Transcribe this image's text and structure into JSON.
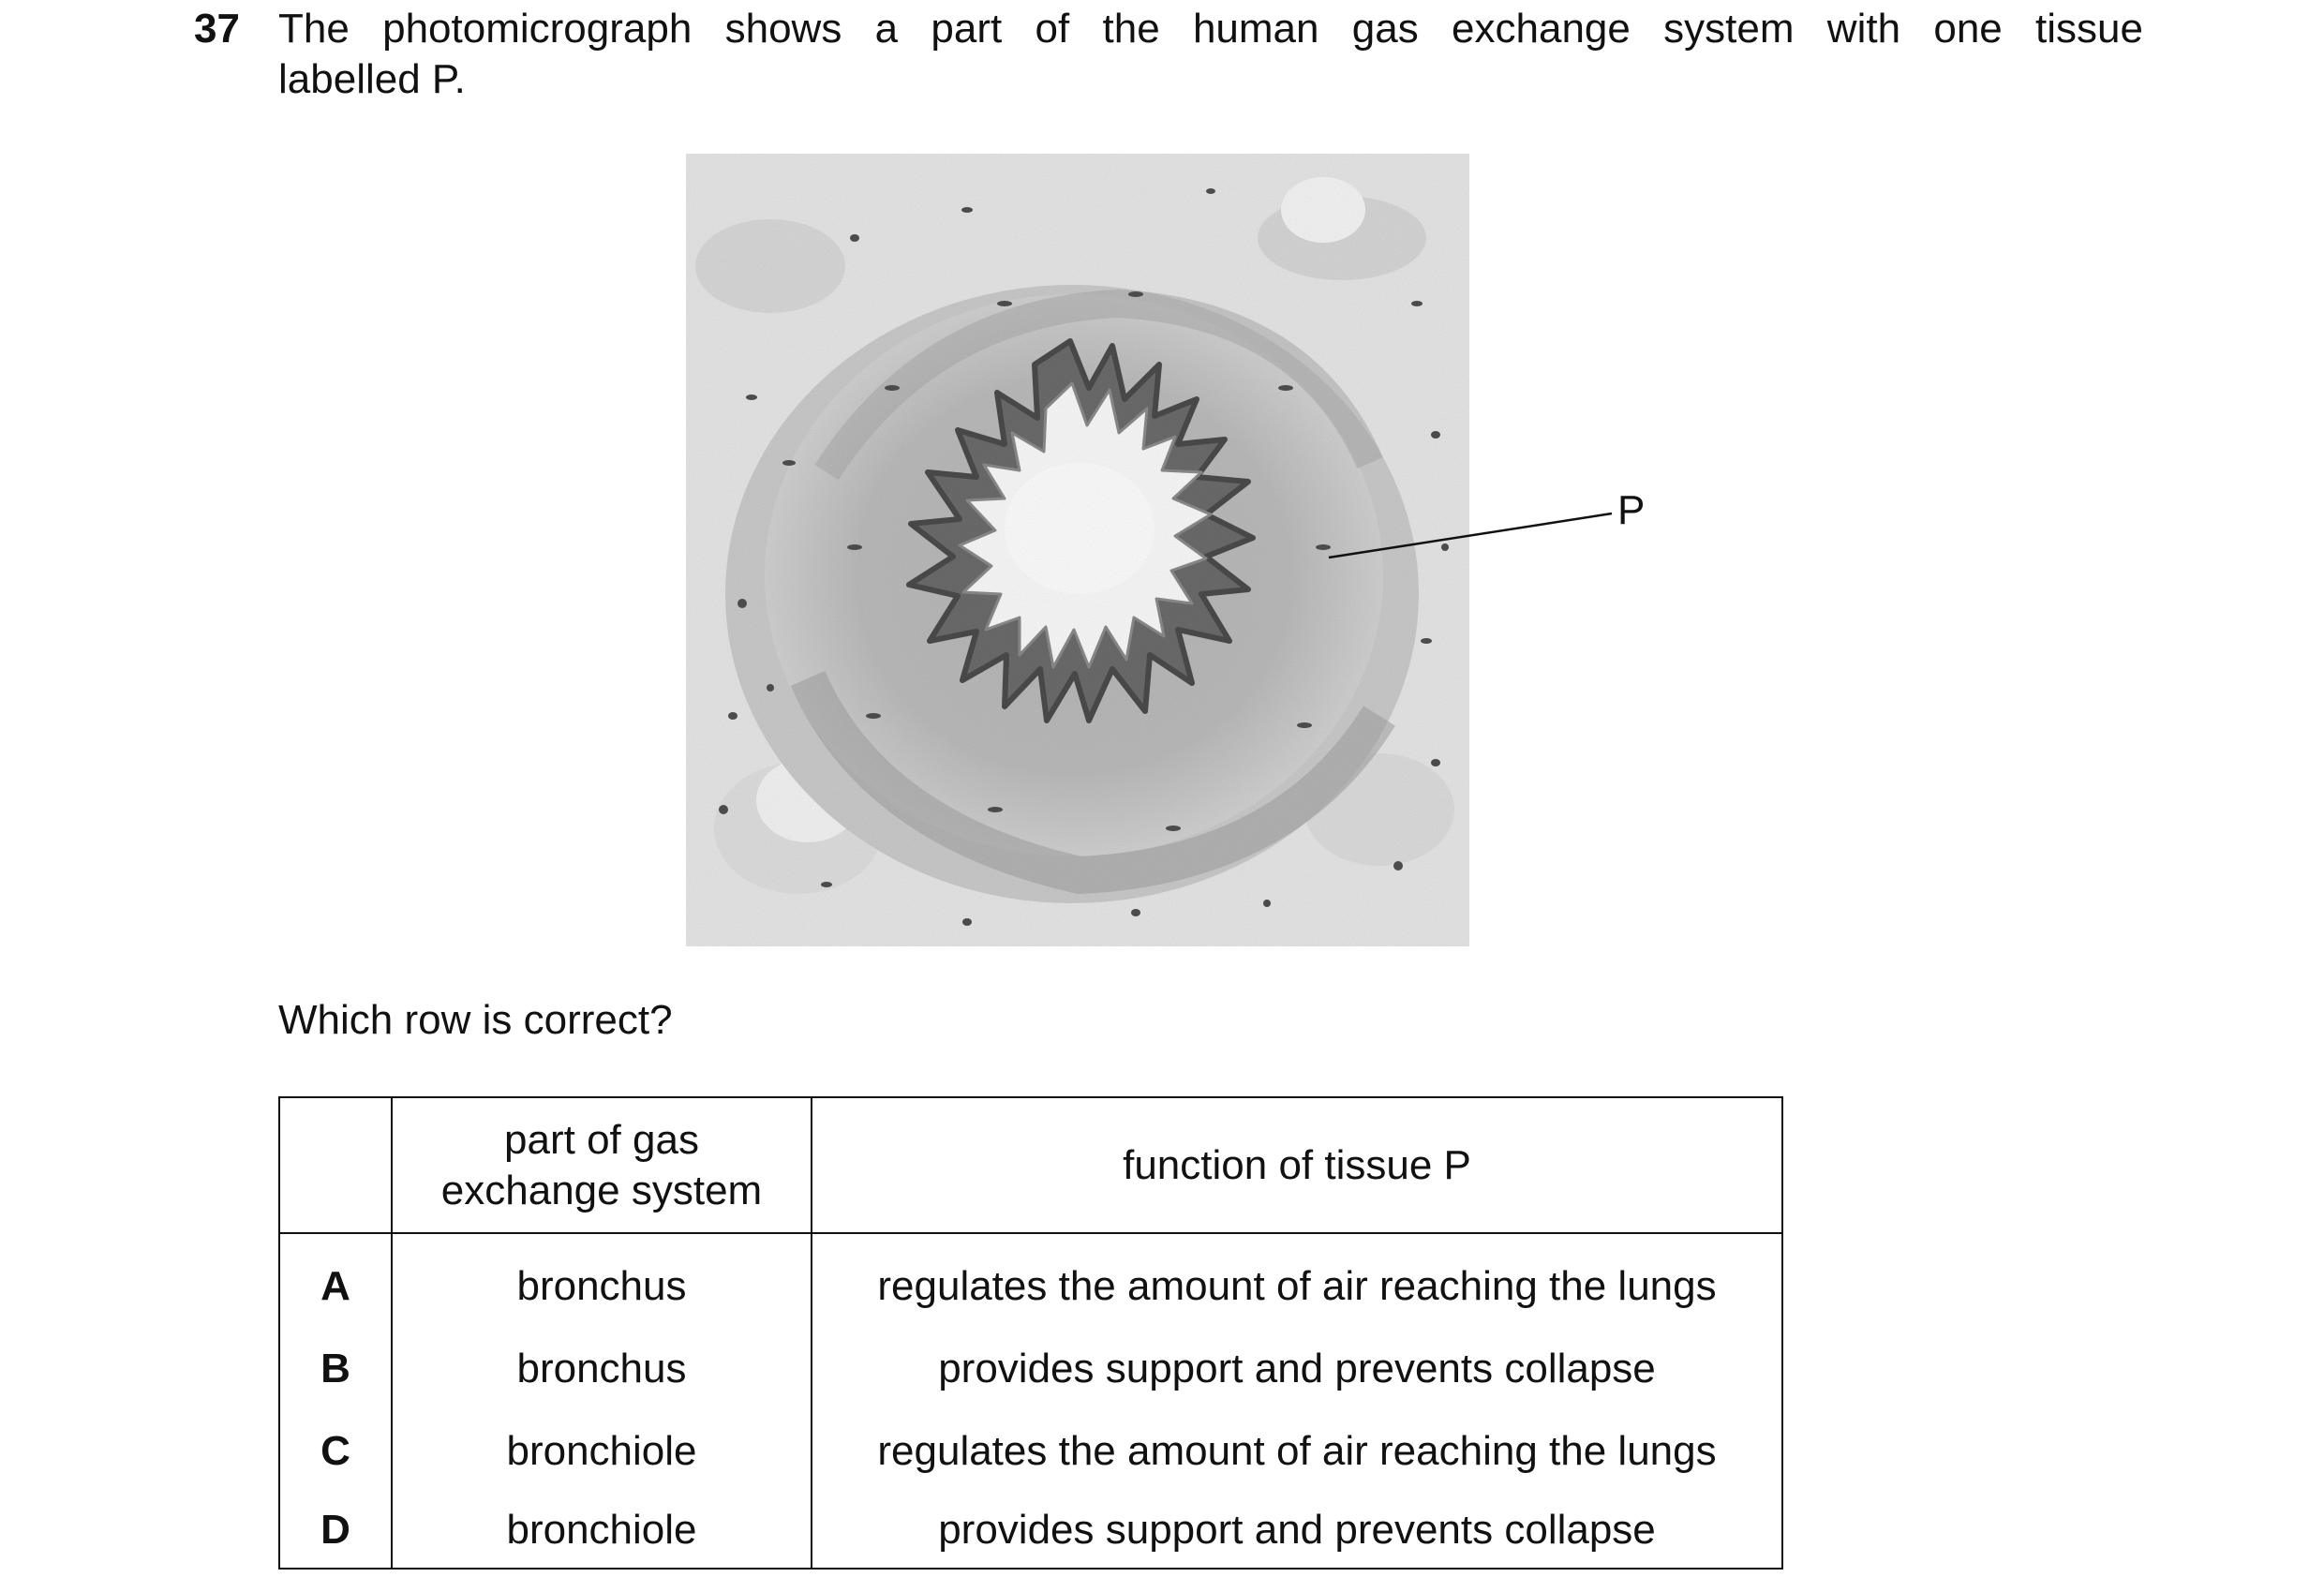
{
  "question": {
    "number": "37",
    "text_line1": "The photomicrograph shows a part of the human gas exchange system with one tissue",
    "text_line2": "labelled P.",
    "figure_label": "P",
    "prompt": "Which row is correct?"
  },
  "table": {
    "headers": {
      "key": "",
      "part_line1": "part of gas",
      "part_line2": "exchange system",
      "function": "function of tissue P"
    },
    "rows": [
      {
        "key": "A",
        "part": "bronchus",
        "function": "regulates the amount of air reaching the lungs"
      },
      {
        "key": "B",
        "part": "bronchus",
        "function": "provides support and prevents collapse"
      },
      {
        "key": "C",
        "part": "bronchiole",
        "function": "regulates the amount of air reaching the lungs"
      },
      {
        "key": "D",
        "part": "bronchiole",
        "function": "provides support and prevents collapse"
      }
    ]
  },
  "colors": {
    "text": "#111111",
    "micrograph_background": "#e6e6e6",
    "tissue_light": "#c4c4c4",
    "tissue_mid": "#a8a8a8",
    "tissue_dark": "#5c5c5c"
  }
}
